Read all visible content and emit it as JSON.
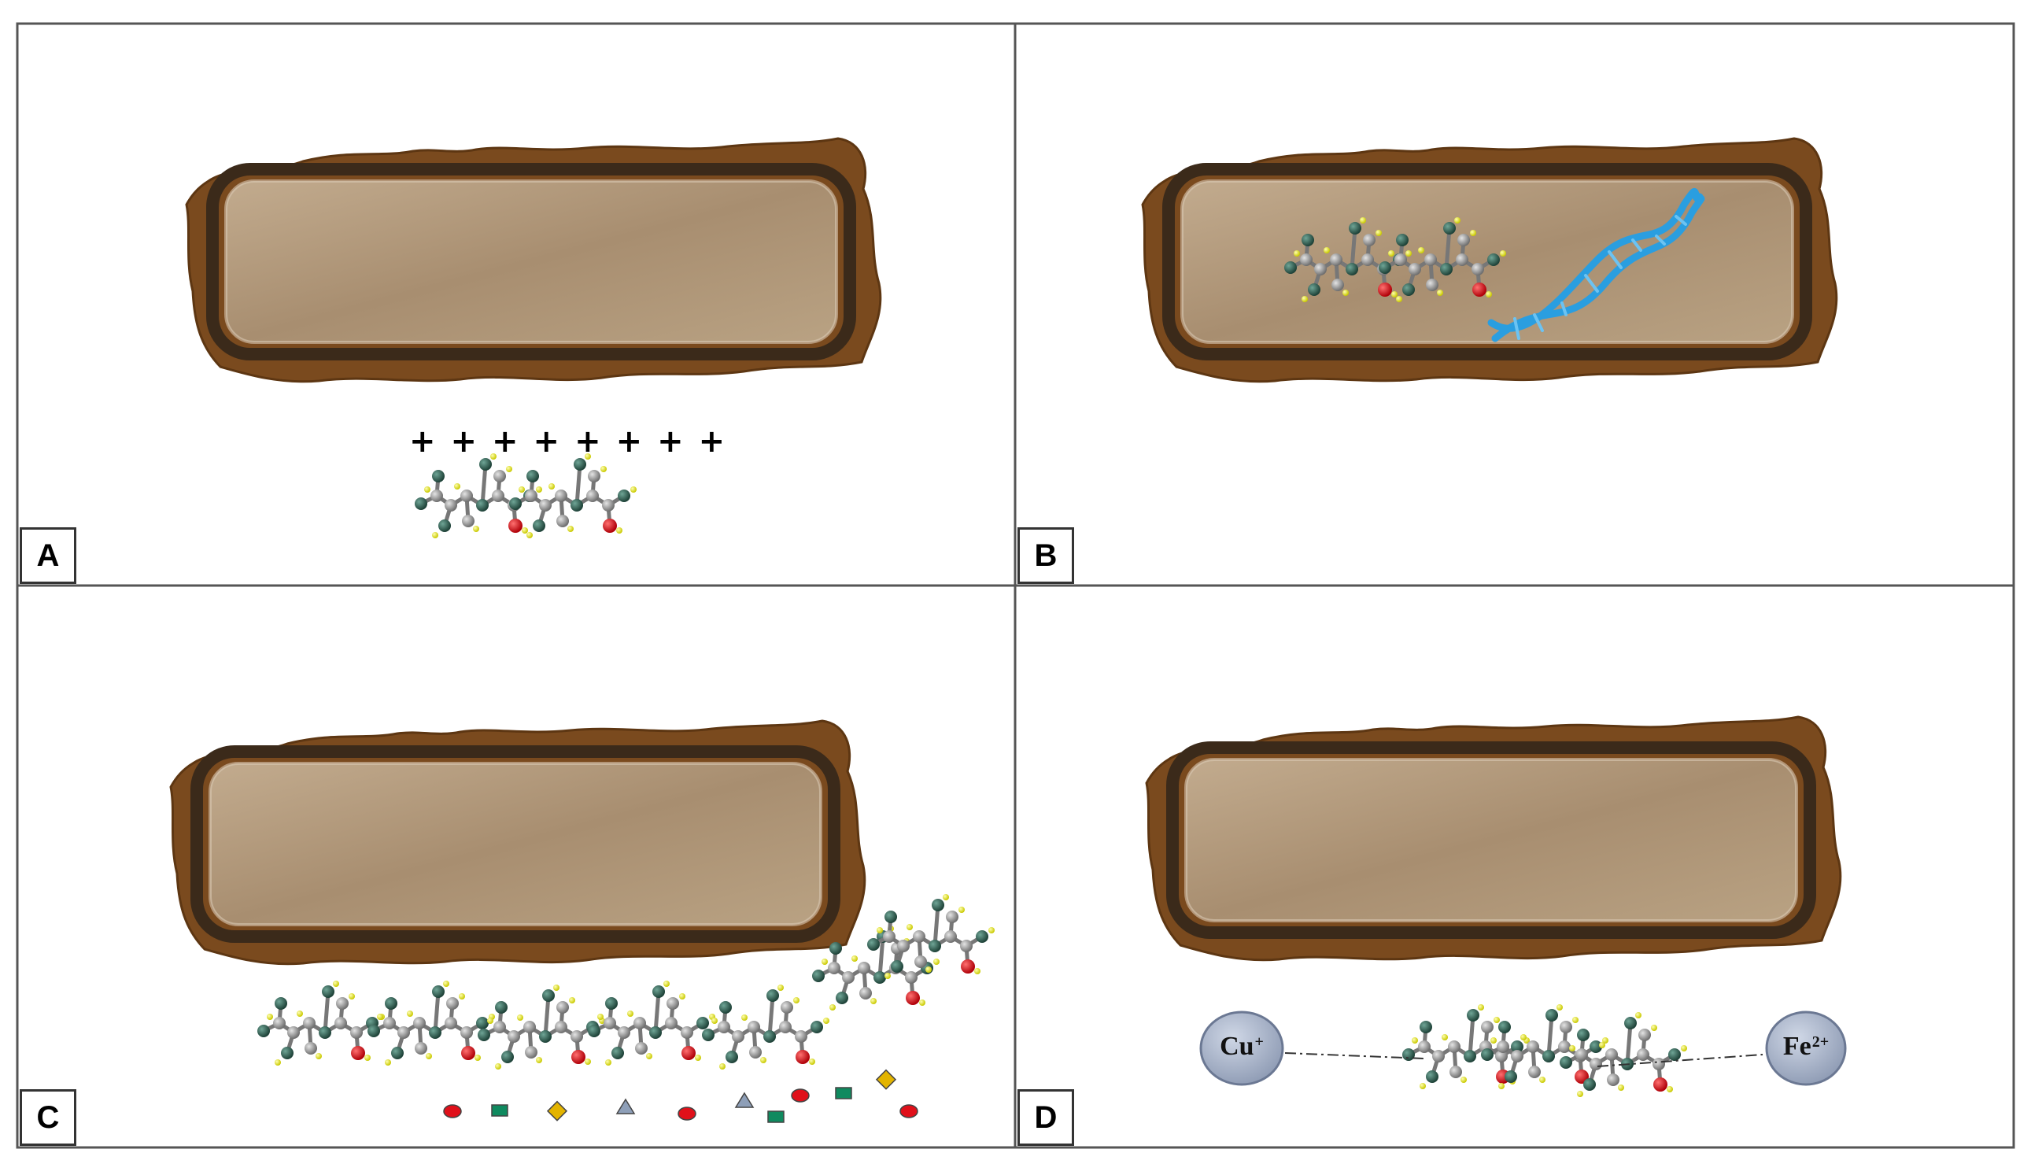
{
  "panels": [
    {
      "id": "A",
      "label": "A"
    },
    {
      "id": "B",
      "label": "B"
    },
    {
      "id": "C",
      "label": "C"
    },
    {
      "id": "D",
      "label": "D"
    }
  ],
  "panel_a": {
    "charges": [
      "+",
      "+",
      "+",
      "+",
      "+",
      "+",
      "+",
      "+"
    ]
  },
  "panel_d": {
    "ion_left": {
      "symbol": "Cu",
      "charge": "+"
    },
    "ion_right": {
      "symbol": "Fe",
      "charge": "2+"
    }
  },
  "colors": {
    "cell_wall": "#7a4a1e",
    "cell_membrane": "#3b2a1a",
    "cytoplasm": "#b39a7c",
    "dna": "#2a9ee0",
    "atom_carbon": "#8a8a8a",
    "atom_nitrogen": "#2f5d50",
    "atom_oxygen": "#e0101a",
    "atom_hydrogen": "#e8e800",
    "ion_fill": "#a9b6cc"
  },
  "icons": [
    "bacterium-cell-icon",
    "chitosan-molecule-icon",
    "dna-helix-icon",
    "metal-ion-icon",
    "nutrient-particle-icon"
  ]
}
